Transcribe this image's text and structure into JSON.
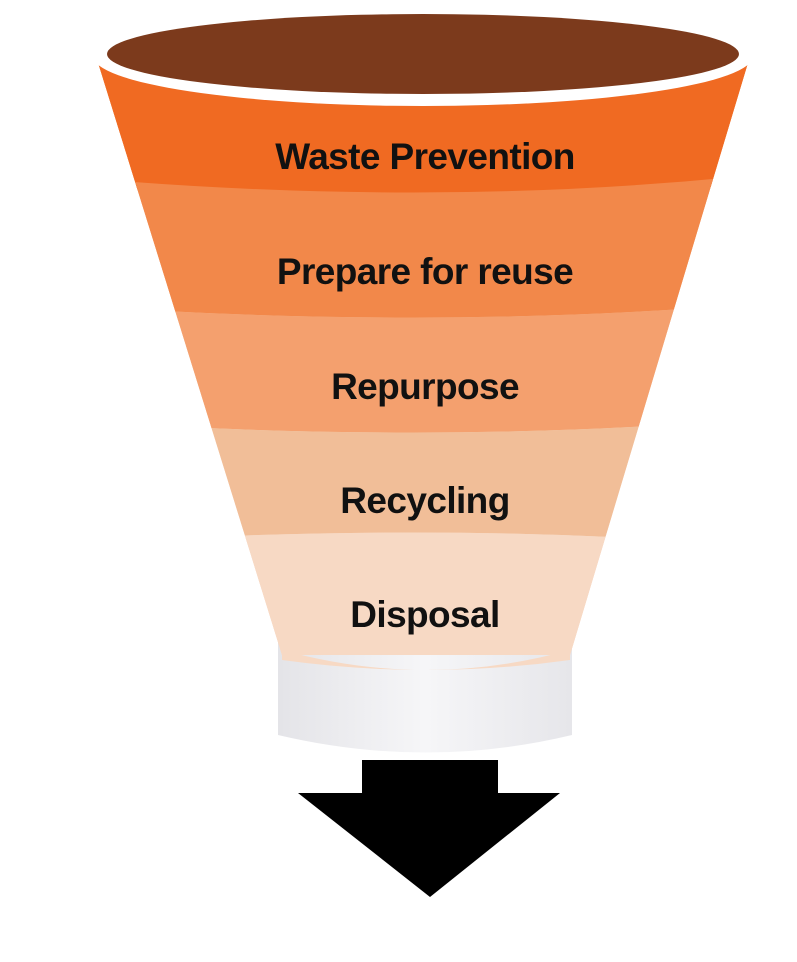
{
  "diagram": {
    "type": "waste-hierarchy-funnel",
    "levels": [
      {
        "label": "Waste Prevention",
        "color": "#F06A22"
      },
      {
        "label": "Prepare for reuse",
        "color": "#F2884A"
      },
      {
        "label": "Repurpose",
        "color": "#F4A06E"
      },
      {
        "label": "Recycling",
        "color": "#F1BE98"
      },
      {
        "label": "Disposal",
        "color": "#F7D9C4"
      }
    ],
    "rim_color": "#7C3A1C",
    "spout_color": "#F1F1F3",
    "arrow_color": "#000000",
    "arrow_icon": "down-arrow-icon"
  }
}
